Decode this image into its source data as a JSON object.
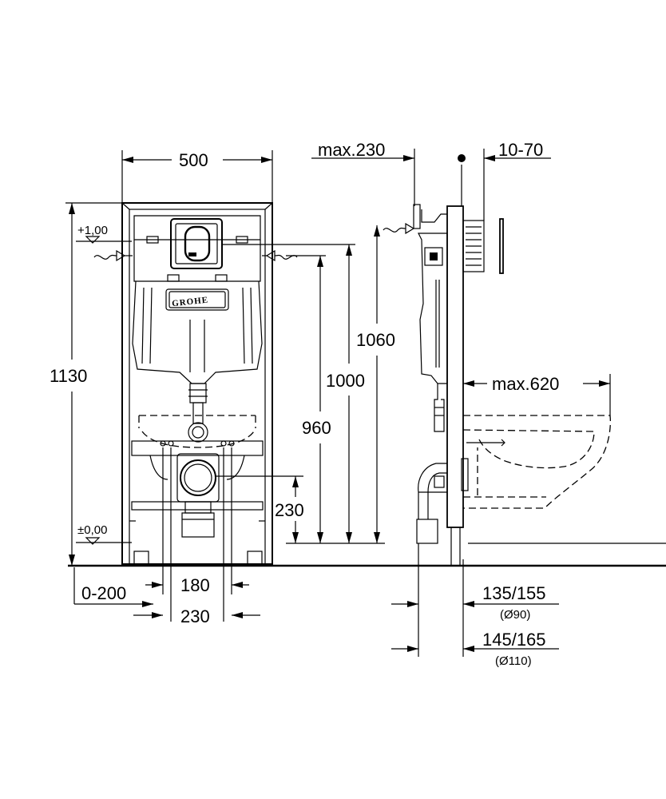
{
  "front_view": {
    "width_label": "500",
    "height_label": "1130",
    "level_top_label": "+1,00",
    "level_zero_label": "±0,00",
    "inlet_1000_label": "1000",
    "inlet_960_label": "960",
    "outlet_230_label": "230",
    "frame_1060_label": "1060",
    "adjust_label": "0-200",
    "bolt_spacing_label": "180",
    "outlet_spacing_label": "230",
    "brand_logo": "GROHE"
  },
  "side_view": {
    "depth_label": "max.230",
    "wall_label": "10-70",
    "bowl_label": "max.620",
    "pipe_90_label": "135/155",
    "pipe_90_diameter": "(Ø90)",
    "pipe_110_label": "145/165",
    "pipe_110_diameter": "(Ø110)"
  }
}
